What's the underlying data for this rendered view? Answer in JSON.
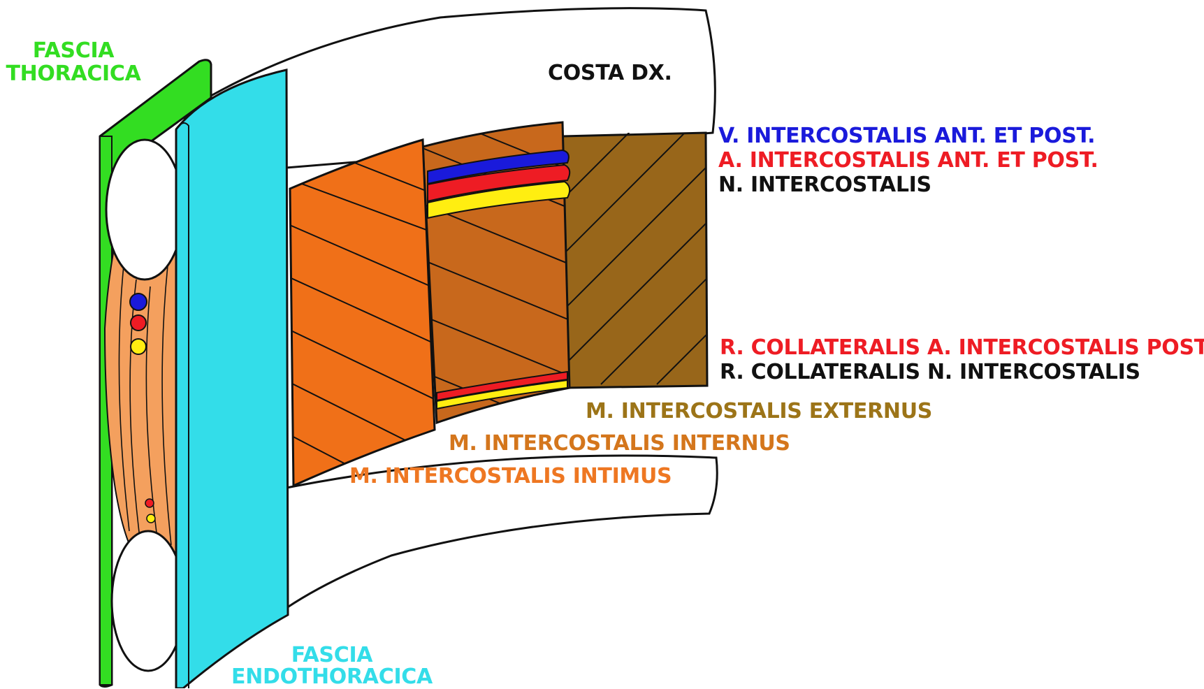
{
  "labels": {
    "fascia_thoracica": [
      "FASCIA",
      "THORACICA"
    ],
    "costa": "COSTA DX.",
    "vena": "V. INTERCOSTALIS ANT. ET POST.",
    "arteria": "A. INTERCOSTALIS ANT. ET POST.",
    "nervus": "N. INTERCOSTALIS",
    "r_coll_a": "R. COLLATERALIS A. INTERCOSTALIS POST.",
    "r_coll_n": "R. COLLATERALIS N. INTERCOSTALIS",
    "m_externus": "M. INTERCOSTALIS EXTERNUS",
    "m_internus": "M. INTERCOSTALIS INTERNUS",
    "m_intimus": "M. INTERCOSTALIS INTIMUS",
    "fascia_endothoracica": [
      "FASCIA",
      "ENDOTHORACICA"
    ]
  },
  "colors": {
    "fascia_thoracica": "#33dd22",
    "fascia_endothoracica": "#33dde9",
    "vena": "#1a1adb",
    "arteria": "#ee1c24",
    "nervus": "#ffee11",
    "black": "#111111",
    "m_externus": "#98661a",
    "m_internus": "#c8681c",
    "m_intimus": "#f07018",
    "m_intimus_text": "#ee7722",
    "m_internus_text": "#d4761c",
    "m_externus_text": "#9c7418",
    "section_fill": "#f4a05e"
  }
}
